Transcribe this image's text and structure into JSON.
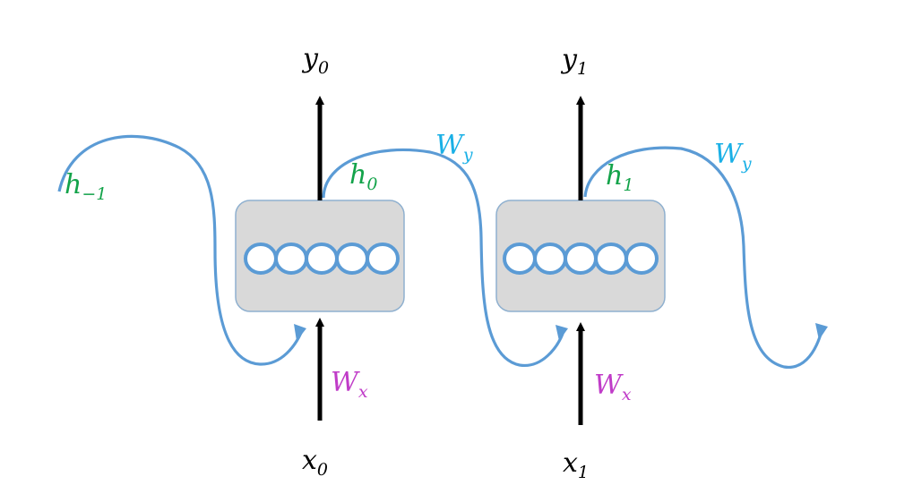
{
  "colors": {
    "background": "#ffffff",
    "cell_fill": "#d9d9d9",
    "cell_border": "#8fb0cf",
    "neuron_stroke": "#5b9bd5",
    "recurrent_curve": "#5b9bd5",
    "hidden_label": "#13a34a",
    "wy_label": "#1ab0e6",
    "wx_label": "#c03cc8",
    "io_arrow": "#000000"
  },
  "cells": [
    {
      "neuron_count": 5,
      "input": {
        "base": "x",
        "sub": "0"
      },
      "output": {
        "base": "y",
        "sub": "0"
      },
      "input_weight": {
        "base": "W",
        "sub": "x"
      },
      "hidden_out": {
        "base": "h",
        "sub": "0"
      },
      "recurrent_weight": {
        "base": "W",
        "sub": "y"
      }
    },
    {
      "neuron_count": 5,
      "input": {
        "base": "x",
        "sub": "1"
      },
      "output": {
        "base": "y",
        "sub": "1"
      },
      "input_weight": {
        "base": "W",
        "sub": "x"
      },
      "hidden_out": {
        "base": "h",
        "sub": "1"
      },
      "recurrent_weight": {
        "base": "W",
        "sub": "y"
      }
    }
  ],
  "initial_hidden": {
    "base": "h",
    "sub": "−1"
  }
}
